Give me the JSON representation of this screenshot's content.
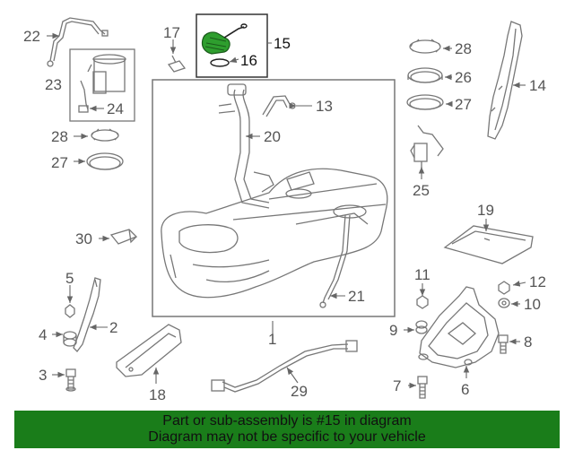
{
  "diagram": {
    "callouts": {
      "n1": "1",
      "n2": "2",
      "n3": "3",
      "n4": "4",
      "n5": "5",
      "n6": "6",
      "n7": "7",
      "n8": "8",
      "n9": "9",
      "n10": "10",
      "n11": "11",
      "n12": "12",
      "n13": "13",
      "n14": "14",
      "n15": "15",
      "n16": "16",
      "n17": "17",
      "n18": "18",
      "n19": "19",
      "n20": "20",
      "n21": "21",
      "n22": "22",
      "n23": "23",
      "n24": "24",
      "n25": "25",
      "n26": "26",
      "n27": "27",
      "n27b": "27",
      "n28": "28",
      "n28b": "28",
      "n29": "29",
      "n30": "30"
    },
    "colors": {
      "line": "#666666",
      "highlight_part": "#2e9e2e",
      "banner": "#1a7d1a"
    }
  },
  "footer": {
    "line1": "Part or sub-assembly is #15 in diagram",
    "line2": "Diagram may not be specific to your vehicle"
  }
}
